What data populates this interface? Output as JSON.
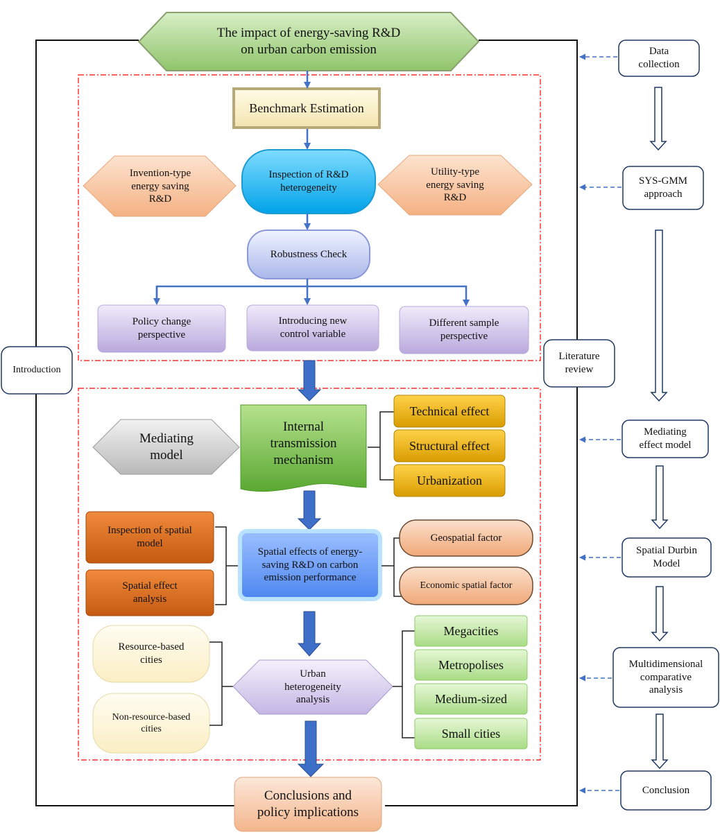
{
  "title": "The impact of energy-saving R&D\non urban carbon emission",
  "left_label": "Introduction",
  "mid_label": "Literature\nreview",
  "stage1": {
    "benchmark": "Benchmark Estimation",
    "heterogeneity": "Inspection of R&D\nheterogeneity",
    "invention": "Invention-type\nenergy saving\nR&D",
    "utility": "Utility-type\nenergy saving\nR&D",
    "robustness": "Robustness Check",
    "policy": "Policy change\nperspective",
    "control": "Introducing new\ncontrol variable",
    "sample": "Different sample\nperspective"
  },
  "stage2": {
    "mediating_model": "Mediating\nmodel",
    "internal": "Internal\ntransmission\nmechanism",
    "technical": "Technical effect",
    "structural": "Structural effect",
    "urbanization": "Urbanization",
    "inspection_spatial": "Inspection of spatial\nmodel",
    "spatial_effect": "Spatial effect\nanalysis",
    "spatial_center": "Spatial effects of energy-\nsaving R&D on carbon\nemission performance",
    "geospatial": "Geospatial factor",
    "economic": "Economic spatial factor",
    "resource": "Resource-based\ncities",
    "nonresource": "Non-resource-based\ncities",
    "urban": "Urban\nheterogeneity\nanalysis",
    "megacities": "Megacities",
    "metropolises": "Metropolises",
    "medium": "Medium-sized",
    "small": "Small cities"
  },
  "conclusions": "Conclusions and\npolicy implications",
  "methods": {
    "data": "Data\ncollection",
    "sysgmm": "SYS-GMM\napproach",
    "mediating": "Mediating\neffect model",
    "durbin": "Spatial Durbin\nModel",
    "multi": "Multidimensional\ncomparative\nanalysis",
    "conclusion": "Conclusion"
  },
  "colors": {
    "blue_arrow": "#4472c4",
    "red_dash": "#ff0000",
    "green": "#a9d18e",
    "orange_light": "#f8cbad",
    "purple_light": "#ccc0e8",
    "cyan": "#00b0f0",
    "gold": "#e6b000",
    "orange_dark": "#e46c0a",
    "blue_box": "#6fa0f5",
    "cream": "#fff2cc",
    "light_green": "#c5e9a8"
  }
}
